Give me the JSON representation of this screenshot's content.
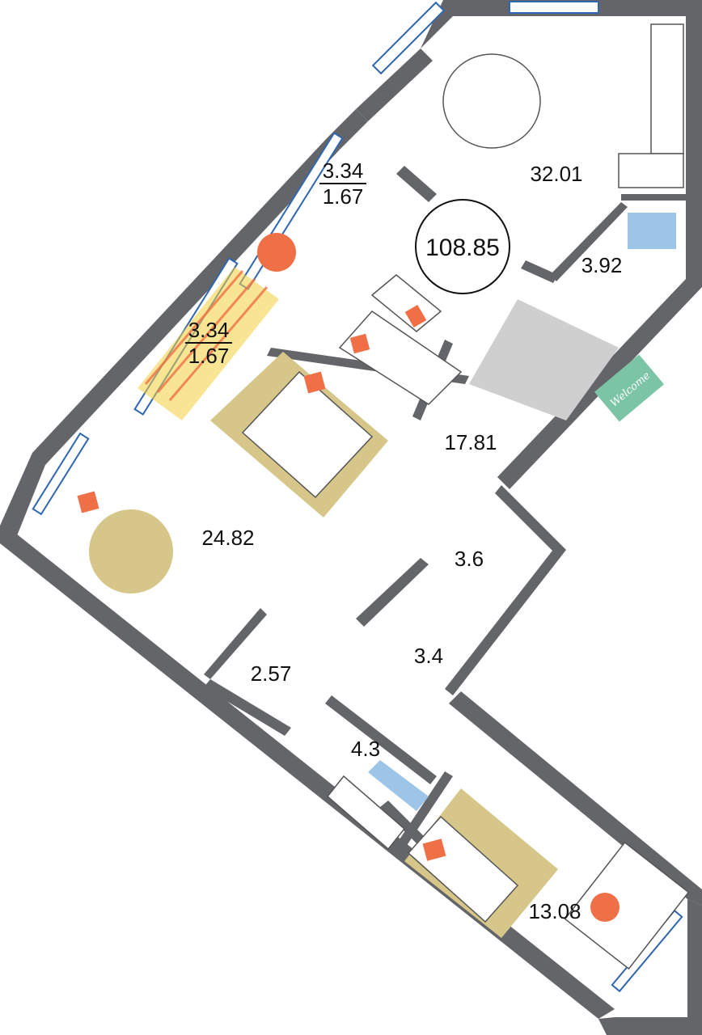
{
  "plan": {
    "total_area": "108.85",
    "colors": {
      "wall": "#646569",
      "window": "#2f66b1",
      "rug": "#d7c68a",
      "accent": "#ef7046",
      "welcome_mat": "#7cc4a6",
      "hall_floor": "#cfcfd0",
      "balcony_stripes": "#f2cf3c"
    },
    "rooms": [
      {
        "id": "kitchen-living",
        "area": "32.01"
      },
      {
        "id": "bathroom-1",
        "area": "3.92"
      },
      {
        "id": "hallway",
        "area": "17.81"
      },
      {
        "id": "bedroom-1",
        "area": "24.82"
      },
      {
        "id": "wardrobe-1",
        "area": "3.6"
      },
      {
        "id": "wardrobe-2",
        "area": "3.4"
      },
      {
        "id": "utility",
        "area": "2.57"
      },
      {
        "id": "bathroom-2",
        "area": "4.3"
      },
      {
        "id": "bedroom-2",
        "area": "13.08"
      }
    ],
    "balconies": [
      {
        "id": "balcony-1",
        "area_top": "3.34",
        "area_bottom": "1.67"
      },
      {
        "id": "balcony-2",
        "area_top": "3.34",
        "area_bottom": "1.67"
      }
    ],
    "welcome_mat_text": "Welcome"
  }
}
